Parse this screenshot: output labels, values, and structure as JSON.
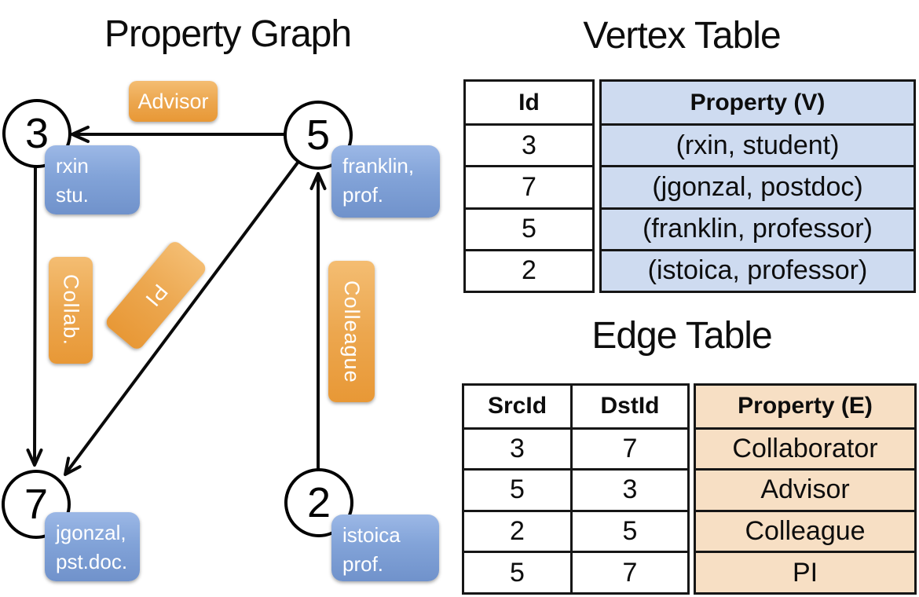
{
  "graph": {
    "title": "Property Graph",
    "nodes": [
      {
        "id": "3",
        "label_lines": [
          "rxin",
          "stu."
        ]
      },
      {
        "id": "5",
        "label_lines": [
          "franklin,",
          "prof."
        ]
      },
      {
        "id": "7",
        "label_lines": [
          "jgonzal,",
          "pst.doc."
        ]
      },
      {
        "id": "2",
        "label_lines": [
          "istoica",
          "prof."
        ]
      }
    ],
    "edge_labels": {
      "advisor": "Advisor",
      "collab": "Collab.",
      "pi": "PI",
      "colleague": "Colleague"
    }
  },
  "vertex_table": {
    "title": "Vertex Table",
    "headers": {
      "id": "Id",
      "property": "Property (V)"
    },
    "rows": [
      {
        "id": "3",
        "property": "(rxin, student)"
      },
      {
        "id": "7",
        "property": "(jgonzal, postdoc)"
      },
      {
        "id": "5",
        "property": "(franklin, professor)"
      },
      {
        "id": "2",
        "property": "(istoica, professor)"
      }
    ]
  },
  "edge_table": {
    "title": "Edge Table",
    "headers": {
      "src": "SrcId",
      "dst": "DstId",
      "property": "Property (E)"
    },
    "rows": [
      {
        "src": "3",
        "dst": "7",
        "property": "Collaborator"
      },
      {
        "src": "5",
        "dst": "3",
        "property": "Advisor"
      },
      {
        "src": "2",
        "dst": "5",
        "property": "Colleague"
      },
      {
        "src": "5",
        "dst": "7",
        "property": "PI"
      }
    ]
  },
  "colors": {
    "edge_badge_orange": "#ECA74F",
    "vertex_badge_blue": "#82A3D8",
    "vertex_table_fill": "#CEDBF0",
    "edge_table_fill": "#F7DFC4",
    "line_black": "#0A0A0A"
  }
}
